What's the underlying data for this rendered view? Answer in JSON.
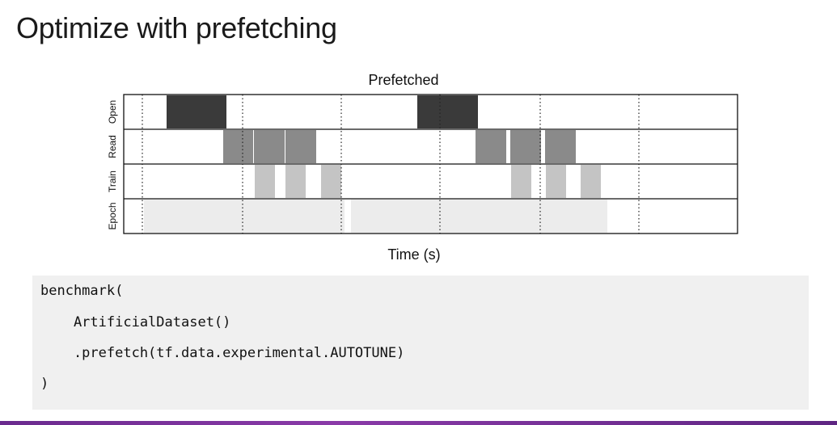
{
  "slide": {
    "title": "Optimize with prefetching"
  },
  "chart_data": {
    "type": "timeline",
    "title": "Prefetched",
    "xlabel": "Time (s)",
    "ylabels": [
      "Open",
      "Read",
      "Train",
      "Epoch"
    ],
    "colors": {
      "Open": "#3a3a3a",
      "Read": "#8a8a8a",
      "Train": "#c4c4c4",
      "Epoch": "#ececec"
    },
    "grid": "dotted-vertical"
  },
  "code": {
    "lines": [
      "benchmark(",
      "    ArtificialDataset()",
      "    .prefetch(tf.data.experimental.AUTOTUNE)",
      ")"
    ]
  }
}
